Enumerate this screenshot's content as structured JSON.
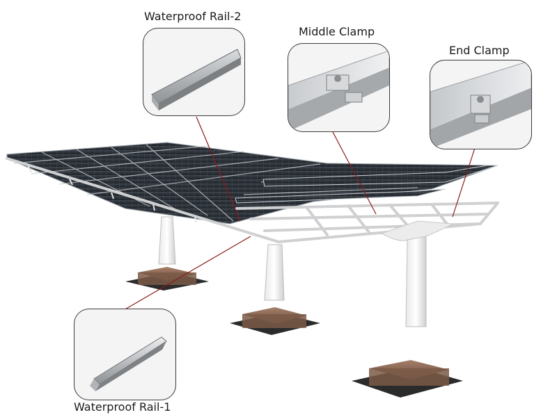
{
  "labels": {
    "waterproof_rail_2": "Waterproof Rail-2",
    "middle_clamp": "Middle Clamp",
    "end_clamp": "End Clamp",
    "waterproof_rail_1": "Waterproof Rail-1"
  },
  "colors": {
    "leader_line": "#8a1a1a",
    "frame": "#d6d6d6",
    "panel": "#2a2f36",
    "concrete": "#7a5a48",
    "base_pad": "#2b2b2b",
    "aluminum": "#b9bcbf"
  },
  "icons": [
    "waterproof-rail-2-profile-icon",
    "middle-clamp-detail-icon",
    "end-clamp-detail-icon",
    "waterproof-rail-1-profile-icon"
  ]
}
